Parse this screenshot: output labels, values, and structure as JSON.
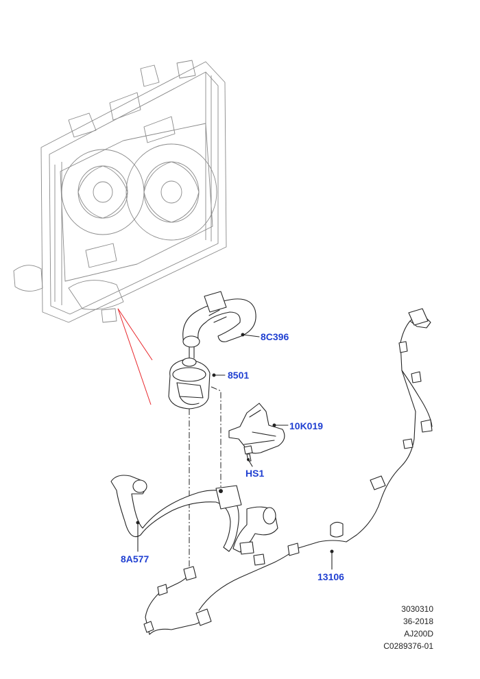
{
  "callouts": {
    "c8C396": "8C396",
    "c8501": "8501",
    "c10K019": "10K019",
    "cHS1": "HS1",
    "c8A577": "8A577",
    "c13106": "13106"
  },
  "reference": {
    "line1": "3030310",
    "line2": "36-2018",
    "line3": "AJ200D",
    "line4": "C0289376-01"
  },
  "colors": {
    "callout": "#1f3fd1",
    "leader_red": "#e8262b",
    "drawing": "#222222"
  }
}
